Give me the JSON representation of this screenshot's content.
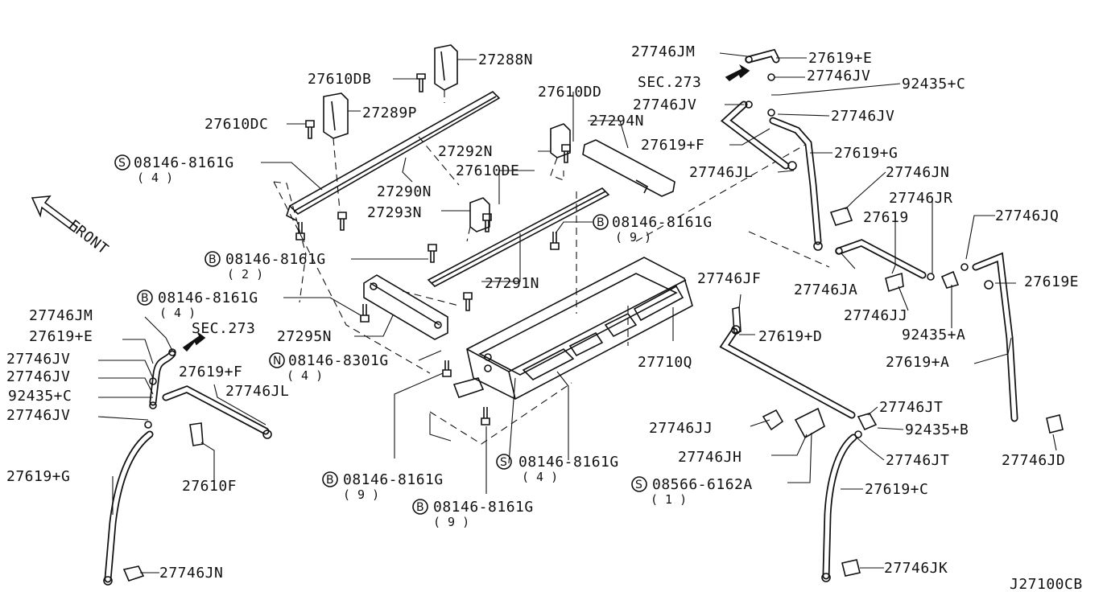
{
  "diagram_code": "J27100CB",
  "front_label": "FRONT",
  "sec_ref": "SEC.273",
  "labels": {
    "p27288N": "27288N",
    "p27610DB": "27610DB",
    "p27289P": "27289P",
    "p27610DC": "27610DC",
    "p27290N": "27290N",
    "p27610DD": "27610DD",
    "p27294N": "27294N",
    "p27292N": "27292N",
    "p27610DE": "27610DE",
    "p27293N": "27293N",
    "p27291N": "27291N",
    "p27295N": "27295N",
    "p27710Q": "27710Q",
    "p27610F": "27610F",
    "p27746JM": "27746JM",
    "p27619E": "27619+E",
    "p27746JV": "27746JV",
    "p92435C": "92435+C",
    "p27619F": "27619+F",
    "p27619G": "27619+G",
    "p27746JL": "27746JL",
    "p27746JN": "27746JN",
    "p27746JR": "27746JR",
    "p27619": "27619",
    "p27746JQ": "27746JQ",
    "p27746JA": "27746JA",
    "p27619Ebare": "27619E",
    "p27746JJ": "27746JJ",
    "p92435A": "92435+A",
    "p27619A": "27619+A",
    "p27746JF": "27746JF",
    "p27619D": "27619+D",
    "p27746JT": "27746JT",
    "p92435B": "92435+B",
    "p27746JH": "27746JH",
    "p27746JD": "27746JD",
    "p27619C": "27619+C",
    "p27746JK": "27746JK"
  },
  "fasteners": {
    "bolt": "08146-8161G",
    "nut": "08146-8301G",
    "screw": "08566-6162A",
    "sym_s": "S",
    "sym_b": "B",
    "sym_n": "N",
    "q4": "( 4 )",
    "q9": "( 9 )",
    "q2": "( 2 )",
    "q1": "( 1 )"
  }
}
